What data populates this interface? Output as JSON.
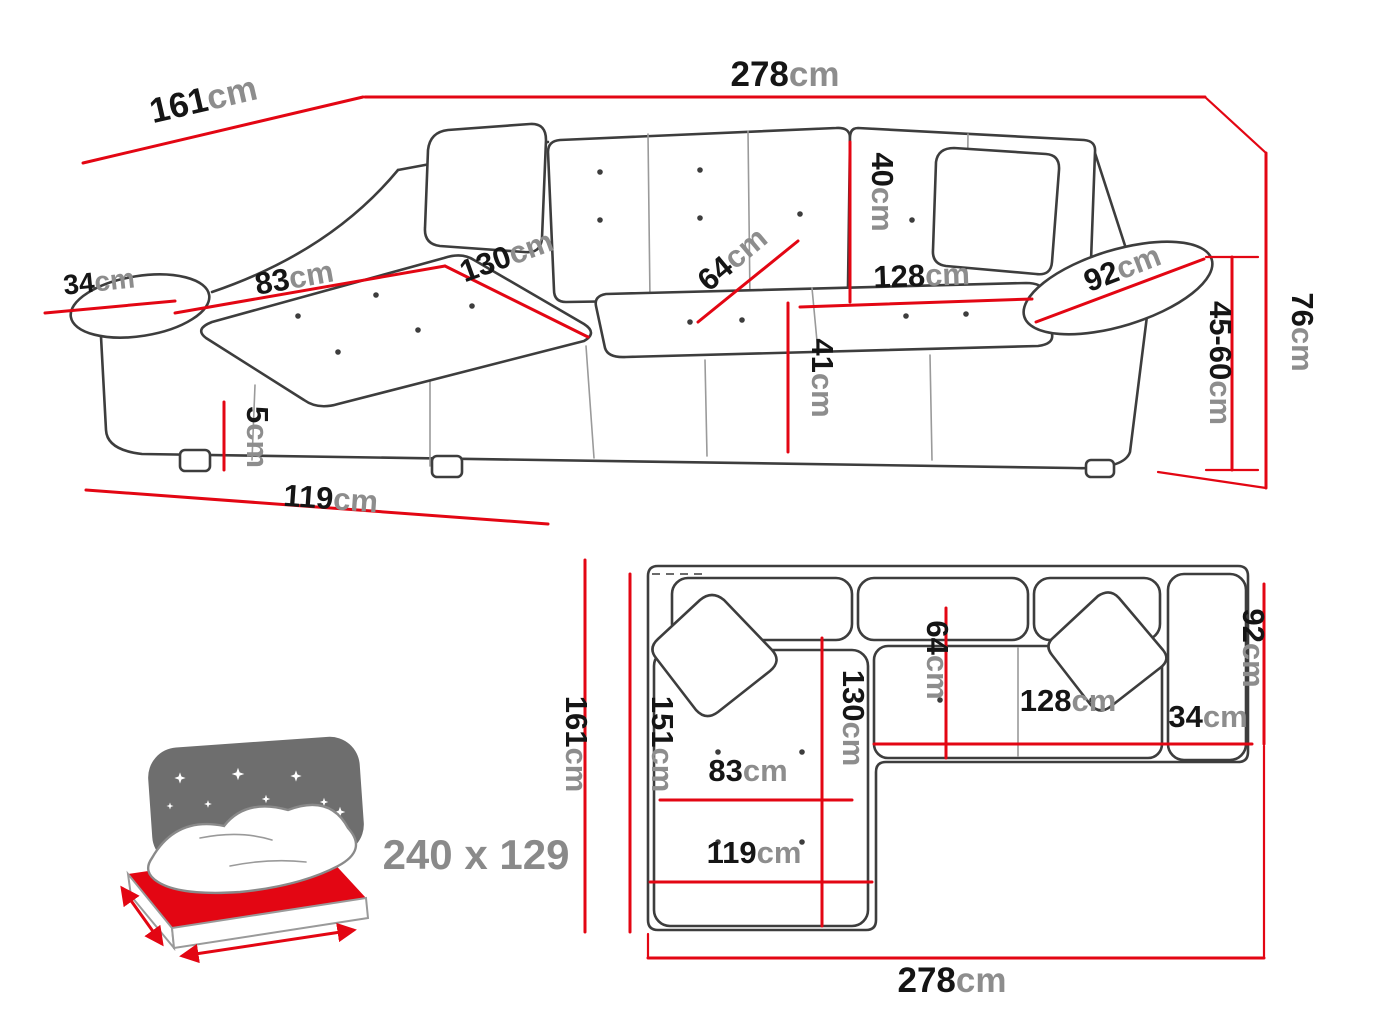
{
  "colors": {
    "dimension_line": "#e30613",
    "sofa_outline": "#3d3d3d",
    "number_text": "#151515",
    "unit_text": "#8d8d8d",
    "icon_gray": "#6e6e6e",
    "icon_red": "#e30613"
  },
  "perspective": {
    "dims": {
      "total_width": {
        "v": "278",
        "u": "cm"
      },
      "total_depth": {
        "v": "161",
        "u": "cm"
      },
      "armrest_front_width": {
        "v": "34",
        "u": "cm"
      },
      "chaise_seat_width": {
        "v": "83",
        "u": "cm"
      },
      "chaise_length": {
        "v": "130",
        "u": "cm"
      },
      "seat_depth": {
        "v": "64",
        "u": "cm"
      },
      "backrest_height": {
        "v": "40",
        "u": "cm"
      },
      "seat_width": {
        "v": "128",
        "u": "cm"
      },
      "armrest_length": {
        "v": "92",
        "u": "cm"
      },
      "seat_height": {
        "v": "41",
        "u": "cm"
      },
      "leg_height": {
        "v": "5",
        "u": "cm"
      },
      "chaise_front_width": {
        "v": "119",
        "u": "cm"
      },
      "total_height": {
        "v": "76",
        "u": "cm"
      },
      "armrest_height": {
        "v": "45-60",
        "u": "cm"
      }
    }
  },
  "top": {
    "dims": {
      "total_depth": {
        "v": "161",
        "u": "cm"
      },
      "inner_depth": {
        "v": "151",
        "u": "cm"
      },
      "chaise_length": {
        "v": "130",
        "u": "cm"
      },
      "seat_depth": {
        "v": "64",
        "u": "cm"
      },
      "chaise_seat_width": {
        "v": "83",
        "u": "cm"
      },
      "chaise_front_width": {
        "v": "119",
        "u": "cm"
      },
      "seat_width": {
        "v": "128",
        "u": "cm"
      },
      "armrest_width": {
        "v": "34",
        "u": "cm"
      },
      "armrest_depth": {
        "v": "92",
        "u": "cm"
      },
      "total_width": {
        "v": "278",
        "u": "cm"
      }
    }
  },
  "sleeping": {
    "size_label": "240 x 129"
  }
}
